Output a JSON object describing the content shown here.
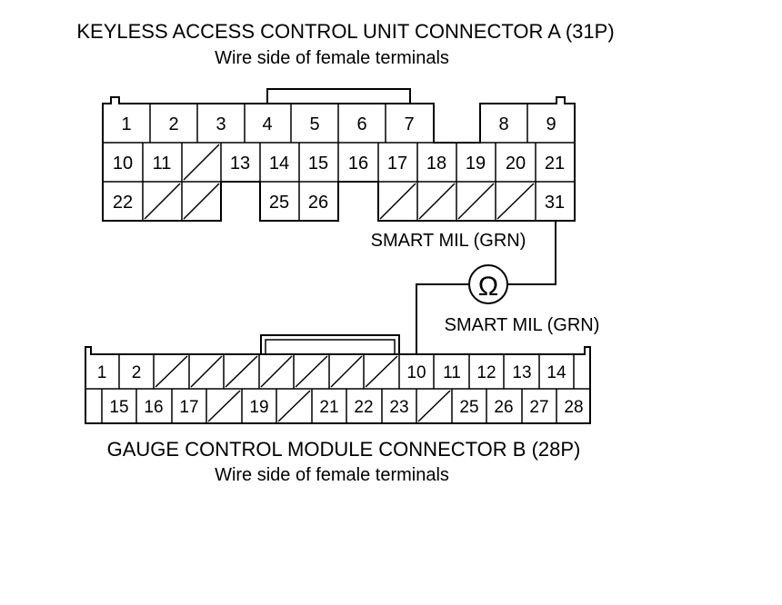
{
  "connector_a": {
    "title": "KEYLESS ACCESS CONTROL UNIT CONNECTOR A (31P)",
    "subtitle": "Wire side of female terminals",
    "pins": {
      "p1": "1",
      "p2": "2",
      "p3": "3",
      "p4": "4",
      "p5": "5",
      "p6": "6",
      "p7": "7",
      "p8": "8",
      "p9": "9",
      "p10": "10",
      "p11": "11",
      "p13": "13",
      "p14": "14",
      "p15": "15",
      "p16": "16",
      "p17": "17",
      "p18": "18",
      "p19": "19",
      "p20": "20",
      "p21": "21",
      "p22": "22",
      "p25": "25",
      "p26": "26",
      "p31": "31"
    },
    "wire_label": "SMART MIL (GRN)"
  },
  "connector_b": {
    "title": "GAUGE CONTROL MODULE CONNECTOR B (28P)",
    "subtitle": "Wire side of female terminals",
    "pins": {
      "p1": "1",
      "p2": "2",
      "p10": "10",
      "p11": "11",
      "p12": "12",
      "p13": "13",
      "p14": "14",
      "p15": "15",
      "p16": "16",
      "p17": "17",
      "p19": "19",
      "p21": "21",
      "p22": "22",
      "p23": "23",
      "p25": "25",
      "p26": "26",
      "p27": "27",
      "p28": "28"
    },
    "wire_label": "SMART MIL (GRN)"
  },
  "meter": {
    "symbol": "Ω",
    "icon": "ohmmeter-icon"
  }
}
